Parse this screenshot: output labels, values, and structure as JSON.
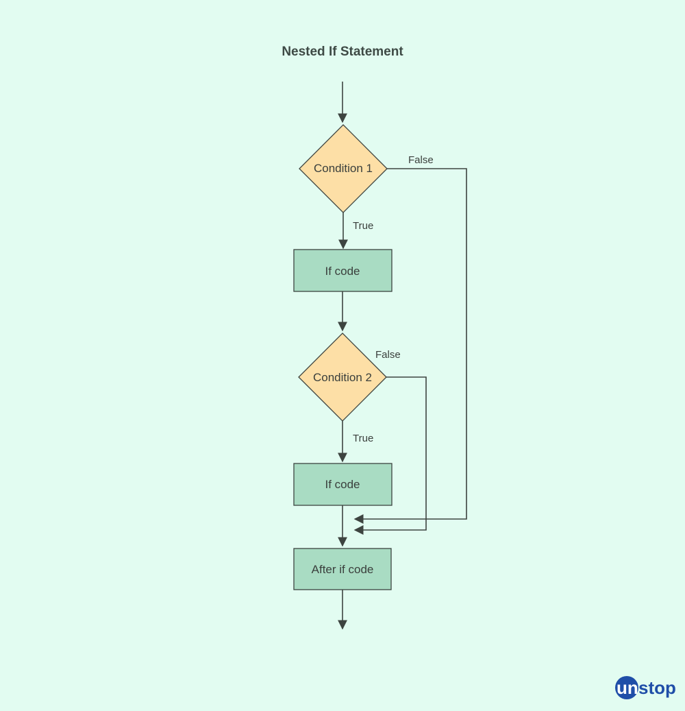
{
  "diagram": {
    "title": "Nested If Statement",
    "nodes": {
      "condition1": "Condition 1",
      "if_code_1": "If code",
      "condition2": "Condition 2",
      "if_code_2": "If code",
      "after_if_code": "After if code"
    },
    "edges": {
      "c1_true": "True",
      "c1_false": "False",
      "c2_true": "True",
      "c2_false": "False"
    },
    "colors": {
      "background": "#e2fcf1",
      "decision_fill": "#fddfa6",
      "process_fill": "#a9dcc3",
      "stroke": "#3d4440",
      "logo": "#1f4ea8"
    }
  },
  "brand": {
    "logo_un": "un",
    "logo_stop": "stop"
  }
}
